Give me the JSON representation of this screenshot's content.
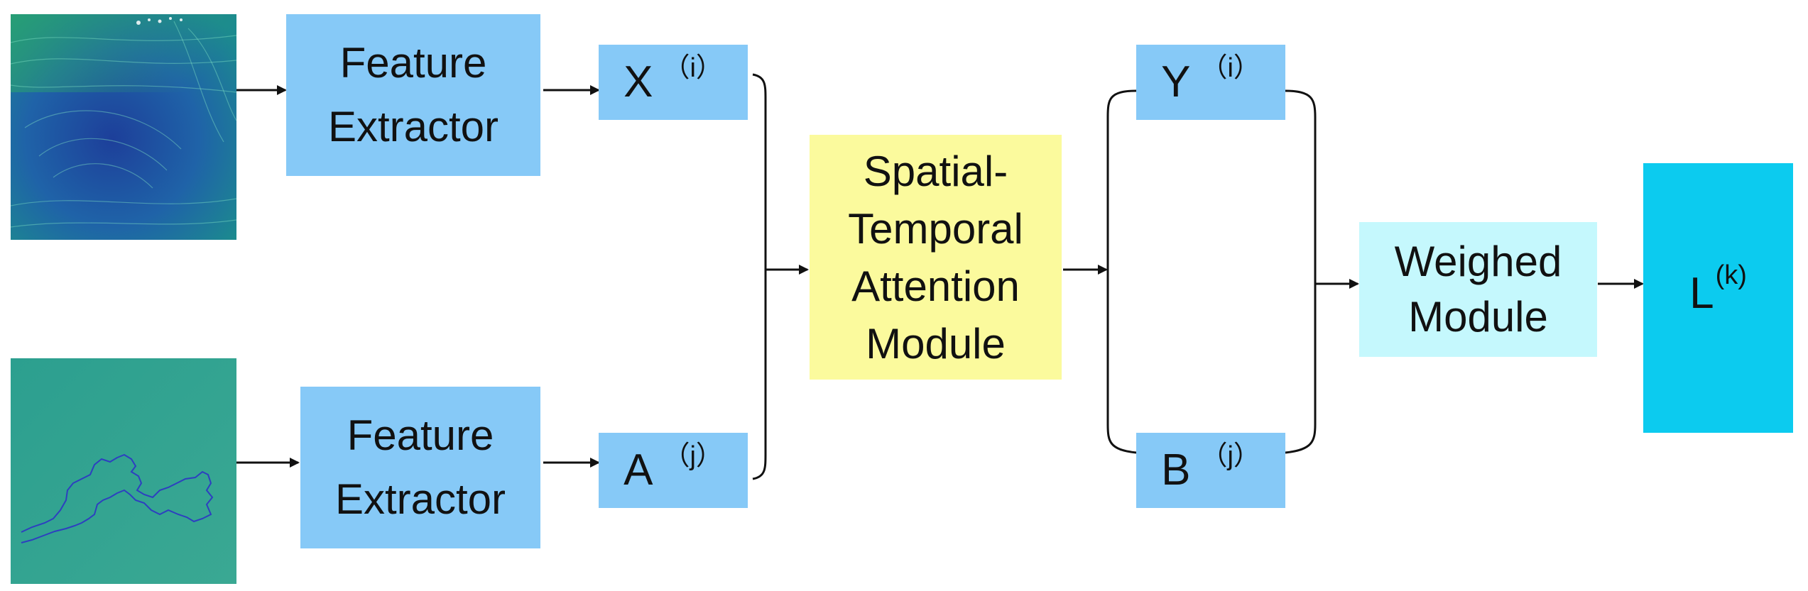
{
  "diagram": {
    "colors": {
      "feature_box": "#86c9f7",
      "attention_box": "#fbfa9d",
      "weighed_box": "#c5f8fd",
      "output_box": "#0ccbef",
      "connector": "#111111",
      "image_top": "#1e5fa8",
      "image_bottom": "#2f9f92"
    },
    "icons": {
      "top_image": "wind-field-image",
      "bottom_image": "ocean-coastline-image"
    },
    "nodes": {
      "feature_extractor_top": {
        "line1": "Feature",
        "line2": "Extractor"
      },
      "feature_extractor_bottom": {
        "line1": "Feature",
        "line2": "Extractor"
      },
      "x_feature": {
        "main": "X",
        "sup": "（i）"
      },
      "a_feature": {
        "main": "A",
        "sup": "（j）"
      },
      "attention_module": {
        "line1": "Spatial-",
        "line2": "Temporal",
        "line3": "Attention",
        "line4": "Module"
      },
      "y_feature": {
        "main": "Y",
        "sup": "（i）"
      },
      "b_feature": {
        "main": "B",
        "sup": "（j）"
      },
      "weighed_module": {
        "line1": "Weighed",
        "line2": "Module"
      },
      "output": {
        "main": "L",
        "sup": "(k)"
      }
    }
  }
}
